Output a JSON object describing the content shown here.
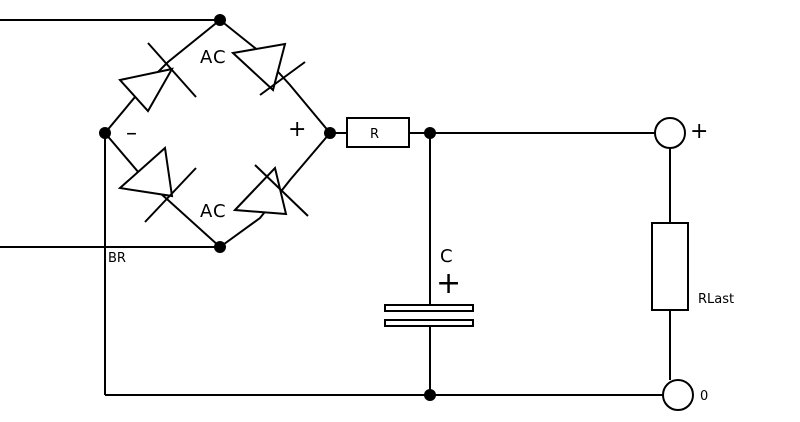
{
  "diagram": {
    "labels": {
      "ac_top": "AC",
      "ac_bottom": "AC",
      "minus": "–",
      "plus": "+",
      "br": "BR",
      "resistor": "R",
      "capacitor": "C",
      "capacitor_plus": "+",
      "rlast": "RLast",
      "out_plus": "+",
      "out_zero": "0"
    }
  }
}
